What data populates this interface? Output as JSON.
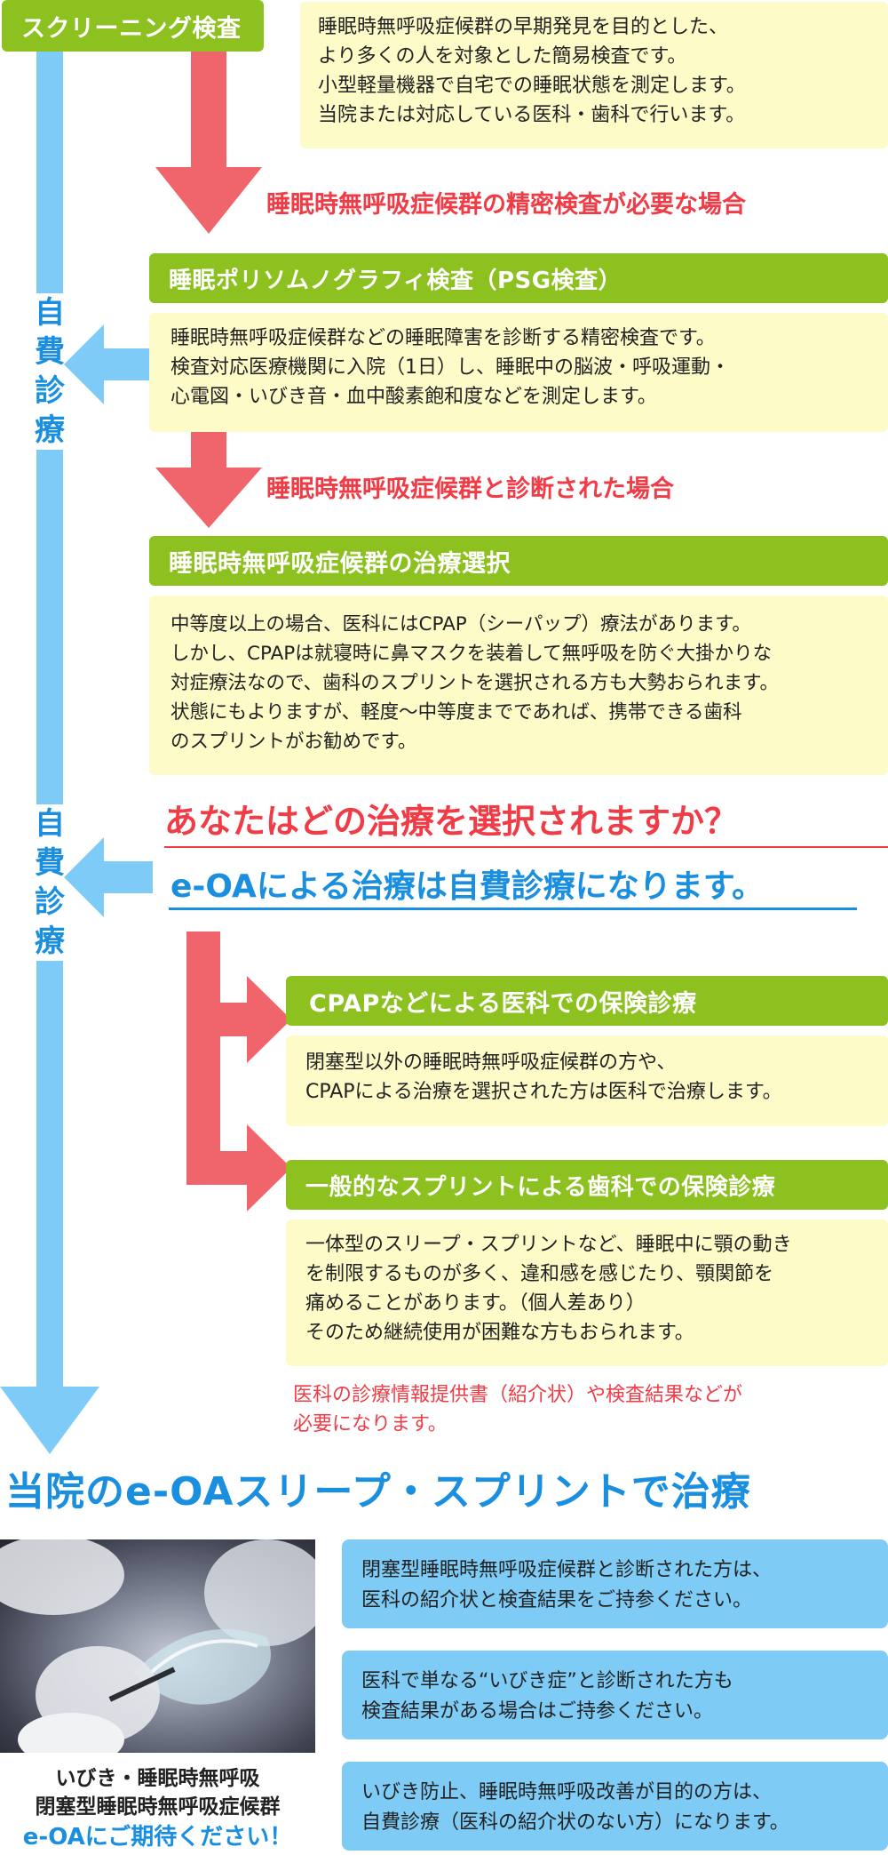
{
  "screening": {
    "label": "スクリーニング検査",
    "lines": [
      "睡眠時無呼吸症候群の早期発見を目的とした、",
      "より多くの人を対象とした簡易検査です。",
      "小型軽量機器で自宅での睡眠状態を測定します。",
      "当院または対応している医科・歯科で行います。"
    ]
  },
  "note1": "睡眠時無呼吸症候群の精密検査が必要な場合",
  "psg": {
    "label": "睡眠ポリソムノグラフィ検査（PSG検査）",
    "lines": [
      "睡眠時無呼吸症候群などの睡眠障害を診断する精密検査です。",
      "検査対応医療機関に入院（1日）し、睡眠中の脳波・呼吸運動・",
      "心電図・いびき音・血中酸素飽和度などを測定します。"
    ]
  },
  "note2": "睡眠時無呼吸症候群と診断された場合",
  "selection": {
    "label": "睡眠時無呼吸症候群の治療選択",
    "lines": [
      "中等度以上の場合、医科にはCPAP（シーパップ）療法があります。",
      "しかし、CPAPは就寝時に鼻マスクを装着して無呼吸を防ぐ大掛かりな",
      "対症療法なので、歯科のスプリントを選択される方も大勢おられます。",
      "状態にもよりますが、軽度〜中等度までであれば、携帯できる歯科",
      "のスプリントがお勧めです。"
    ]
  },
  "self_pay_vertical_1": [
    "自",
    "費",
    "診",
    "療"
  ],
  "self_pay_vertical_2": [
    "自",
    "費",
    "診",
    "療"
  ],
  "question": "あなたはどの治療を選択されますか？",
  "eoa_self_pay": "e-OAによる治療は自費診療になります。",
  "cpap": {
    "label": "CPAPなどによる医科での保険診療",
    "lines": [
      "閉塞型以外の睡眠時無呼吸症候群の方や、",
      "CPAPによる治療を選択された方は医科で治療します。"
    ]
  },
  "splint": {
    "label": "一般的なスプリントによる歯科での保険診療",
    "lines": [
      "一体型のスリープ・スプリントなど、睡眠中に顎の動き",
      "を制限するものが多く、違和感を感じたり、顎関節を",
      "痛めることがあります。（個人差あり）",
      "そのため継続使用が困難な方もおられます。"
    ]
  },
  "referral_note": [
    "医科の診療情報提供書（紹介状）や検査結果などが",
    "必要になります。"
  ],
  "clinic_heading": "当院のe-OAスリープ・スプリントで治療",
  "caption": {
    "line1": "いびき・睡眠時無呼吸",
    "line2": "閉塞型睡眠時無呼吸症候群",
    "line3": "e-OAにご期待ください！"
  },
  "info_boxes": [
    {
      "lines": [
        "閉塞型睡眠時無呼吸症候群と診断された方は、",
        "医科の紹介状と検査結果をご持参ください。"
      ]
    },
    {
      "lines": [
        "医科で単なる“いびき症”と診断された方も",
        "検査結果がある場合はご持参ください。"
      ]
    },
    {
      "lines": [
        "いびき防止、睡眠時無呼吸改善が目的の方は、",
        "自費診療（医科の紹介状のない方）になります。"
      ]
    }
  ],
  "colors": {
    "green": "#8cc11f",
    "yellow": "#fdfcc9",
    "red": "#f03c46",
    "blue": "#1a8fe0",
    "light_blue": "#7ecbf6",
    "arrow_blue": "#7fcbf7",
    "arrow_red": "#f0646b"
  }
}
